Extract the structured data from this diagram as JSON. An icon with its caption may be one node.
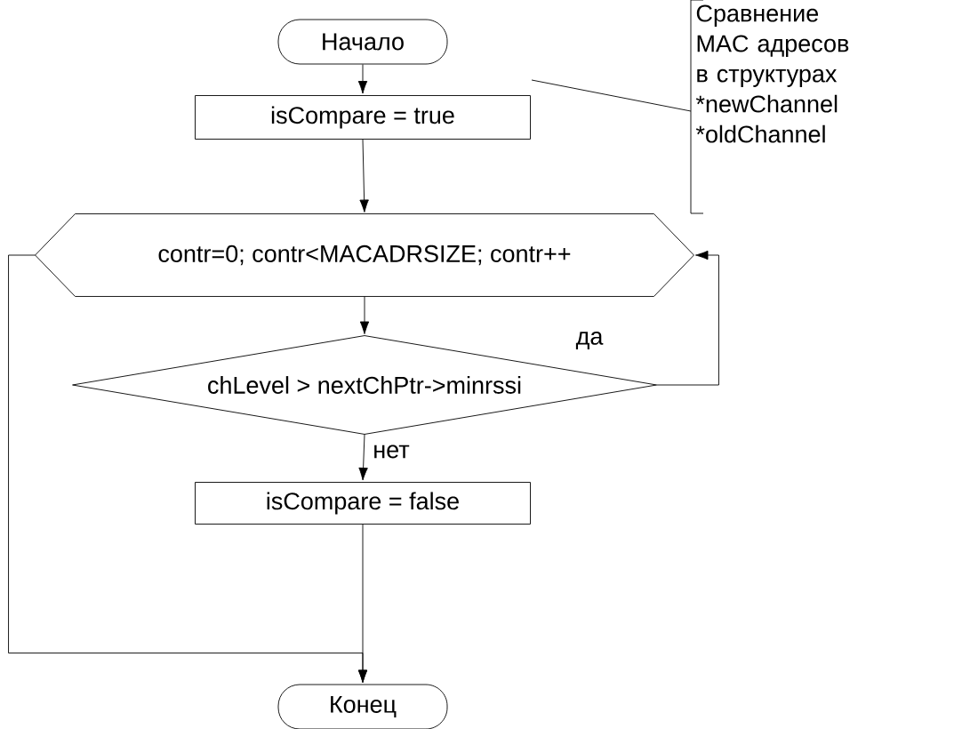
{
  "diagram": {
    "nodes": [
      {
        "text": [
          "Начало"
        ]
      },
      {
        "text": [
          "isCompare = true"
        ]
      },
      {
        "text": [
          "contr=0; contr<MACADRSIZE; contr++"
        ]
      },
      {
        "text": [
          "chLevel > nextChPtr->minrssi"
        ]
      },
      {
        "text": [
          "isCompare = false"
        ]
      },
      {
        "text": [
          "Конец"
        ]
      },
      {
        "text": [
          "Сравнение MAC адресов в структурах *newChannel *oldChannel"
        ]
      }
    ],
    "edges": [
      {
        "from": 0,
        "to": 1,
        "arrow": "to"
      },
      {
        "from": 1,
        "to": 2,
        "arrow": "to"
      },
      {
        "from": 2,
        "to": 3,
        "arrow": "to"
      },
      {
        "from": 3,
        "to": 2,
        "arrow": "to",
        "label": "да"
      },
      {
        "from": 3,
        "to": 4,
        "arrow": "to",
        "label": "нет"
      },
      {
        "from": 4,
        "to": 5,
        "arrow": "to"
      },
      {
        "from": 2,
        "to": 5,
        "arrow": "to"
      },
      {
        "from": 6,
        "to": null,
        "arrow": "none"
      }
    ]
  }
}
